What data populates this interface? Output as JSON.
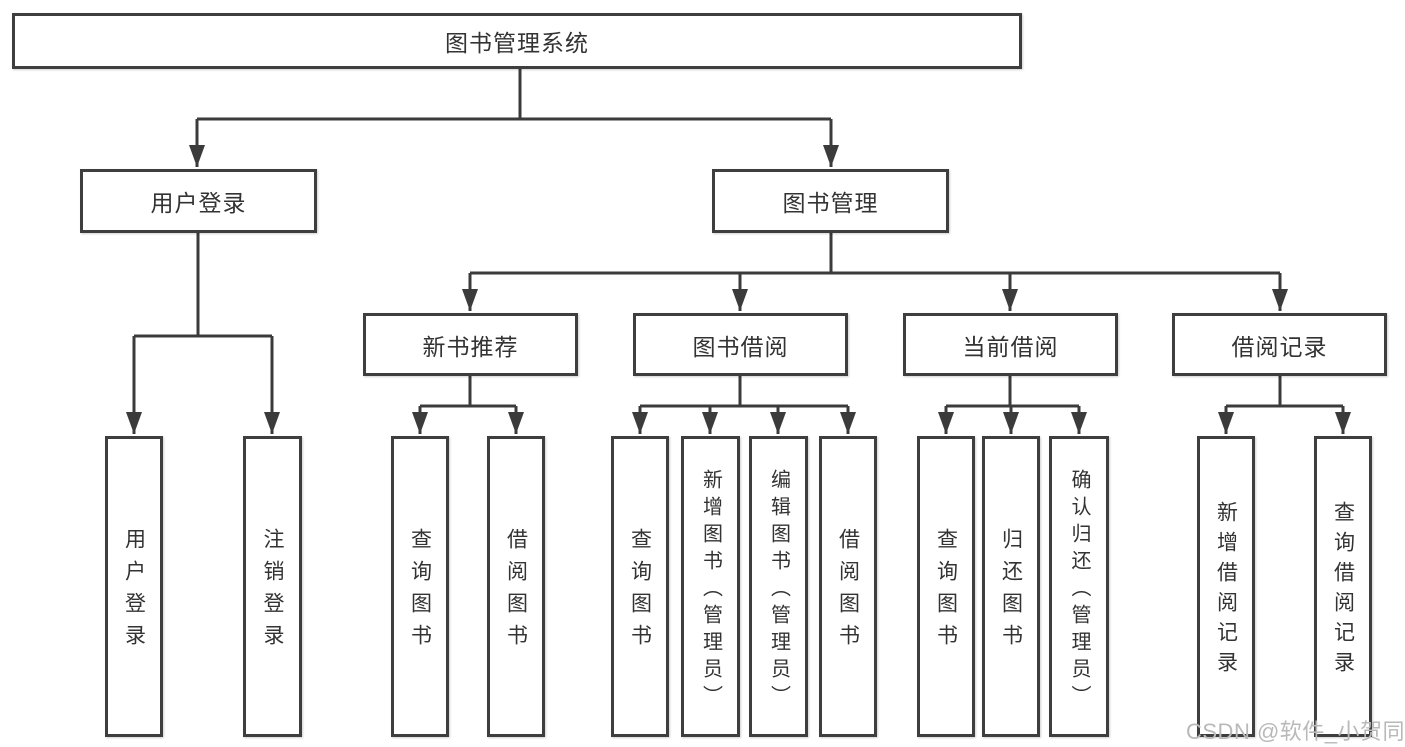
{
  "tree": {
    "root": {
      "label": "图书管理系统"
    },
    "user_login": {
      "label": "用户登录",
      "children": [
        {
          "label": "用户登录"
        },
        {
          "label": "注销登录"
        }
      ]
    },
    "book_mgmt": {
      "label": "图书管理",
      "branches": [
        {
          "label": "新书推荐",
          "children": [
            {
              "label": "查询图书"
            },
            {
              "label": "借阅图书"
            }
          ]
        },
        {
          "label": "图书借阅",
          "children": [
            {
              "label": "查询图书"
            },
            {
              "label": "新增图书（管理员）"
            },
            {
              "label": "编辑图书（管理员）"
            },
            {
              "label": "借阅图书"
            }
          ]
        },
        {
          "label": "当前借阅",
          "children": [
            {
              "label": "查询图书"
            },
            {
              "label": "归还图书"
            },
            {
              "label": "确认归还（管理员）"
            }
          ]
        },
        {
          "label": "借阅记录",
          "children": [
            {
              "label": "新增借阅记录"
            },
            {
              "label": "查询借阅记录"
            }
          ]
        }
      ]
    }
  },
  "watermark": "CSDN @软件_小贺同学",
  "colors": {
    "line": "#3b3b3b",
    "box_border": "#3e3e3e",
    "text": "#333333",
    "watermark": "#b9b9b9",
    "background": "#ffffff"
  }
}
